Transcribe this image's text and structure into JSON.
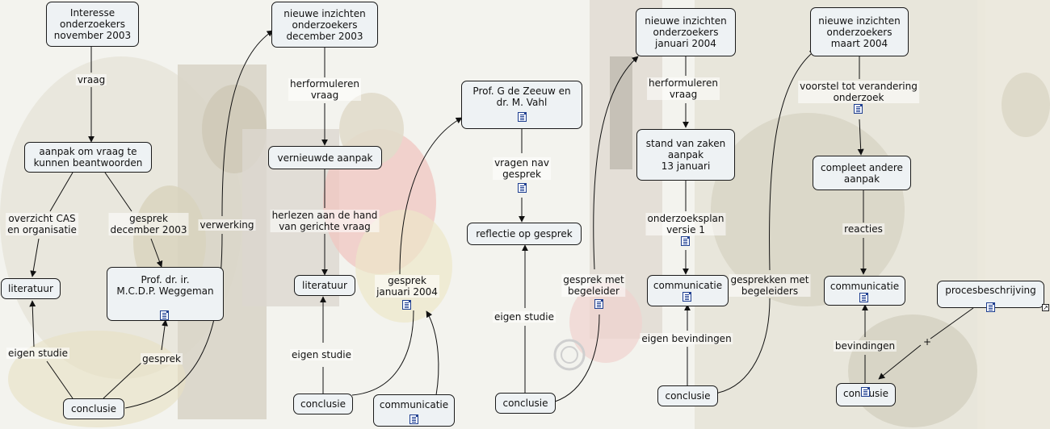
{
  "nodes": [
    {
      "id": "n1",
      "text": "Interesse\nonderzoekers\nnovember 2003"
    },
    {
      "id": "n2",
      "text": "aanpak om vraag te\nkunnen beantwoorden"
    },
    {
      "id": "n3",
      "text": "literatuur"
    },
    {
      "id": "n4",
      "text": "Prof. dr. ir.\nM.C.D.P. Weggeman"
    },
    {
      "id": "n5",
      "text": "conclusie"
    },
    {
      "id": "n6",
      "text": "nieuwe inzichten\nonderzoekers\ndecember 2003"
    },
    {
      "id": "n7",
      "text": "vernieuwde aanpak"
    },
    {
      "id": "n8",
      "text": "literatuur"
    },
    {
      "id": "n9",
      "text": "conclusie"
    },
    {
      "id": "n10",
      "text": "communicatie"
    },
    {
      "id": "n11",
      "text": "Prof. G de Zeeuw en\ndr. M. Vahl"
    },
    {
      "id": "n12",
      "text": "reflectie op gesprek"
    },
    {
      "id": "n13",
      "text": "conclusie"
    },
    {
      "id": "n14",
      "text": "nieuwe inzichten\nonderzoekers\njanuari 2004"
    },
    {
      "id": "n15",
      "text": "stand van zaken\naanpak\n13 januari"
    },
    {
      "id": "n16",
      "text": "communicatie"
    },
    {
      "id": "n17",
      "text": "conclusie"
    },
    {
      "id": "n18",
      "text": "nieuwe inzichten\nonderzoekers\nmaart 2004"
    },
    {
      "id": "n19",
      "text": "compleet andere\naanpak"
    },
    {
      "id": "n20",
      "text": "communicatie"
    },
    {
      "id": "n21",
      "text": "conclusie"
    },
    {
      "id": "n22",
      "text": "procesbeschrijving"
    }
  ],
  "labels": [
    {
      "id": "l1",
      "text": "vraag"
    },
    {
      "id": "l2",
      "text": "overzicht CAS\nen organisatie"
    },
    {
      "id": "l3",
      "text": "gesprek\ndecember 2003"
    },
    {
      "id": "l4",
      "text": "eigen studie"
    },
    {
      "id": "l5",
      "text": "gesprek"
    },
    {
      "id": "l6",
      "text": "verwerking"
    },
    {
      "id": "l7",
      "text": "herformuleren\nvraag"
    },
    {
      "id": "l8",
      "text": "herlezen aan de hand\nvan gerichte vraag"
    },
    {
      "id": "l9",
      "text": "eigen studie"
    },
    {
      "id": "l10",
      "text": "gesprek\njanuari 2004"
    },
    {
      "id": "l11",
      "text": "vragen nav\ngesprek"
    },
    {
      "id": "l12",
      "text": "eigen studie"
    },
    {
      "id": "l13",
      "text": "gesprek met\nbegeleider"
    },
    {
      "id": "l14",
      "text": "herformuleren\nvraag"
    },
    {
      "id": "l15",
      "text": "onderzoeksplan\nversie 1"
    },
    {
      "id": "l16",
      "text": "eigen bevindingen"
    },
    {
      "id": "l17",
      "text": "gesprekken met\nbegeleiders"
    },
    {
      "id": "l18",
      "text": "voorstel tot verandering\nonderzoek"
    },
    {
      "id": "l19",
      "text": "reacties"
    },
    {
      "id": "l20",
      "text": "bevindingen"
    },
    {
      "id": "l21",
      "text": "+"
    }
  ]
}
